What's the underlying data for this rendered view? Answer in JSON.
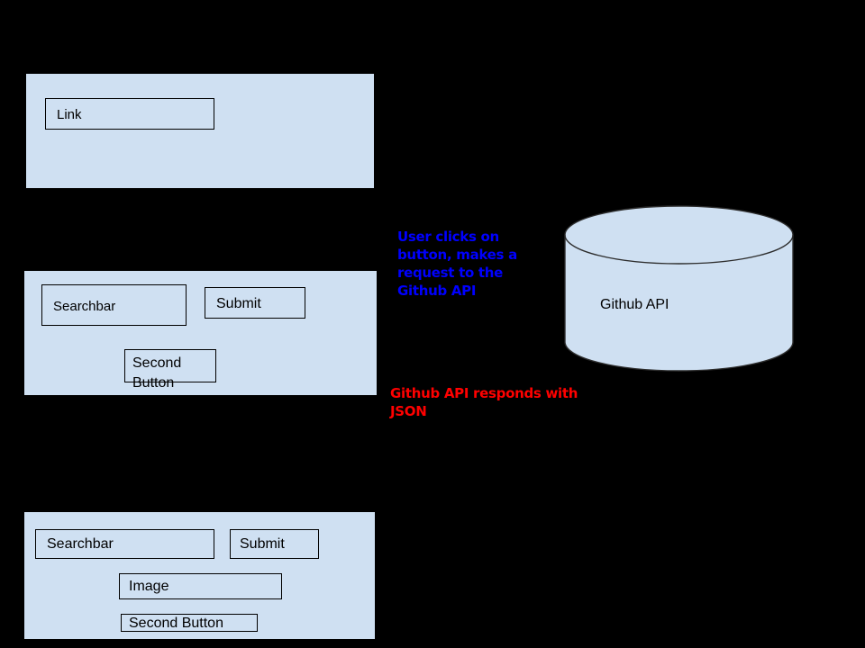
{
  "diagram": {
    "background_color": "#000000",
    "panel_fill": "#cfe0f2",
    "stroke_color": "#000000",
    "panels": [
      {
        "name": "landing-page",
        "boxes": [
          {
            "name": "link",
            "label": "Link"
          }
        ]
      },
      {
        "name": "search-page",
        "boxes": [
          {
            "name": "searchbar",
            "label": "Searchbar"
          },
          {
            "name": "submit",
            "label": "Submit"
          },
          {
            "name": "second-button",
            "label": "Second Button"
          }
        ]
      },
      {
        "name": "results-page",
        "boxes": [
          {
            "name": "searchbar",
            "label": "Searchbar"
          },
          {
            "name": "submit",
            "label": "Submit"
          },
          {
            "name": "image",
            "label": "Image"
          },
          {
            "name": "second-button",
            "label": "Second Button"
          }
        ]
      }
    ],
    "annotations": [
      {
        "name": "request-note",
        "text": "User clicks on button, makes a request to the Github API",
        "color": "#0000ff"
      },
      {
        "name": "response-note",
        "text": "Github API responds with JSON",
        "color": "#ff0000"
      }
    ],
    "datastore": {
      "name": "github-api",
      "label": "Github API",
      "shape": "cylinder",
      "fill": "#cfe0f2",
      "stroke": "#2d2d2d"
    }
  }
}
